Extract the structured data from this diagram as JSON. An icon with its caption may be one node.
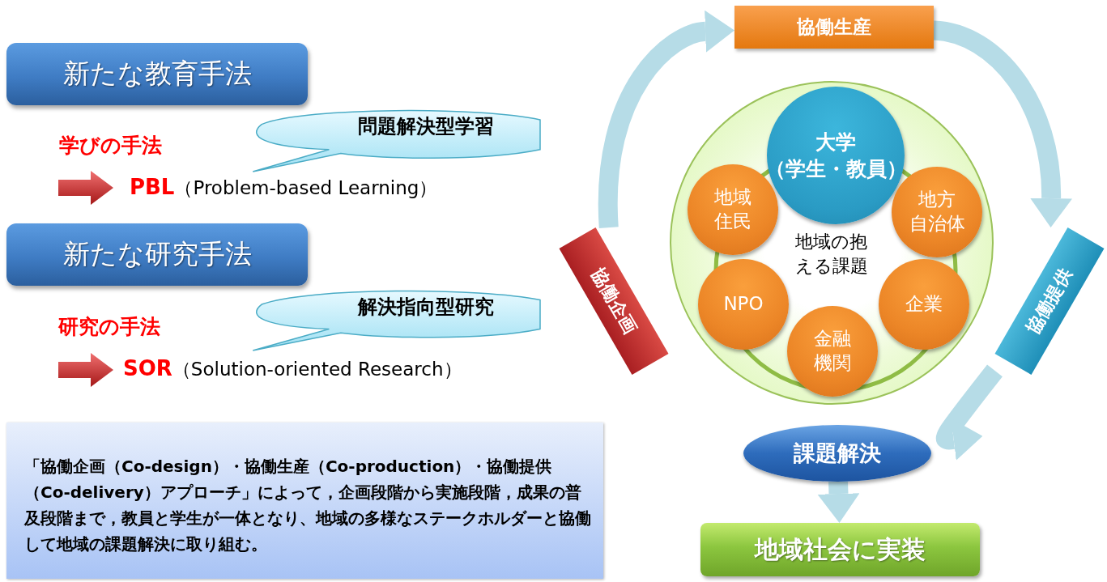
{
  "diagram": {
    "nodes": [
      {
        "text": [
          "新たな教育手法"
        ]
      },
      {
        "text": [
          "問題解決型学習"
        ]
      },
      {
        "text": [
          "新たな研究手法"
        ]
      },
      {
        "text": [
          "解決指向型研究"
        ]
      },
      {
        "text": [
          "「協働企画（Co-design）・協働生産（Co-production）・協働提供（Co-delivery）アプローチ」によって，企画段階から実施段階，成果の普及段階まで，教員と学生が一体となり、地域の多様なステークホルダーと協働して地域の課題解決に取り組む。"
        ]
      },
      {
        "text": [
          "協働生産"
        ]
      },
      {
        "text": [
          "協働企画"
        ]
      },
      {
        "text": [
          "協働提供"
        ]
      },
      {
        "text": [
          "地域の抱える課題"
        ]
      },
      {
        "text": [
          "大学",
          "（学生・教員）"
        ],
        "in": 8
      },
      {
        "text": [
          "地域住民"
        ],
        "in": 8
      },
      {
        "text": [
          "地方",
          "自治体"
        ],
        "in": 8
      },
      {
        "text": [
          "NPO"
        ],
        "in": 8
      },
      {
        "text": [
          "企業"
        ],
        "in": 8
      },
      {
        "text": [
          "金融機関"
        ],
        "in": 8
      },
      {
        "text": [
          "課題解決"
        ]
      },
      {
        "text": [
          "地域社会に実装"
        ]
      }
    ],
    "edges": [
      {
        "from": 6,
        "to": 5,
        "arrow": "to"
      },
      {
        "from": 5,
        "to": 7,
        "arrow": "to"
      },
      {
        "from": 7,
        "to": 15,
        "arrow": "to"
      },
      {
        "from": 15,
        "to": 16,
        "arrow": "to"
      }
    ],
    "labels": [
      "学びの手法",
      "PBL",
      "（Problem-based Learning）",
      "研究の手法",
      "SOR",
      "（Solution-oriented Research）"
    ]
  }
}
